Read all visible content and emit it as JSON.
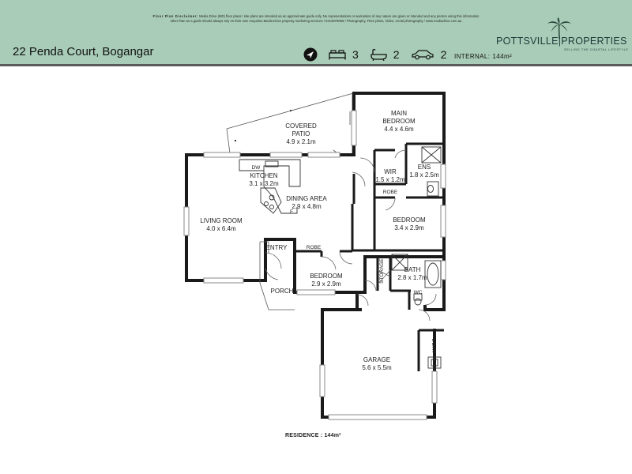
{
  "header": {
    "disclaimer_title": "Floor Plan Disclaimer:",
    "disclaimer_line1": "Media Drive (MD) floor plans / site plans are intended as an approximate guide only. No representations or warranties of any nature are given or intended and any person using this information",
    "disclaimer_line2": "other than as a guide should always rely on their own enquiries.Media Drive property marketing services / 0413979056 / Photography, Floor plans, Video, Aerial photography / www.mediadrive.com.au",
    "address": "22 Penda Court, Bogangar",
    "bedrooms": "3",
    "bathrooms": "2",
    "car_spaces": "2",
    "internal_label": "INTERNAL:",
    "internal_value": "144m²",
    "brand_name": "POTTSVILLE|PROPERTIES",
    "brand_tagline": "SELLING THE COASTAL LIFESTYLE",
    "icons": [
      "compass-icon",
      "bed-icon",
      "bath-icon",
      "car-icon",
      "palm-tree-logo-icon"
    ],
    "colors": {
      "banner": "#a8ccb7",
      "banner_border": "#5a5a5a",
      "walls": "#1a1a1a"
    }
  },
  "rooms": {
    "covered_patio": {
      "name1": "COVERED",
      "name2": "PATIO",
      "size": "4.9 x 2.1m"
    },
    "main_bedroom": {
      "name1": "MAIN",
      "name2": "BEDROOM",
      "size": "4.4 x 4.6m"
    },
    "kitchen": {
      "name": "KITCHEN",
      "size": "3.1 x 3.2m"
    },
    "dw": "DW",
    "fridge": "F",
    "wir": {
      "name": "WIR",
      "size": "1.5 x 1.2m"
    },
    "ens": {
      "name": "ENS",
      "size": "1.8 x 2.5m"
    },
    "robe_main": "ROBE",
    "dining": {
      "name": "DINING AREA",
      "size": "2.9 x 4.8m"
    },
    "living": {
      "name": "LIVING ROOM",
      "size": "4.0 x 6.4m"
    },
    "bedroom2": {
      "name": "BEDROOM",
      "size": "3.4 x 2.9m"
    },
    "entry": "ENTRY",
    "robe_bed3": "ROBE",
    "storage": "STORAGE",
    "bath": {
      "name": "BATH",
      "size": "2.8 x 1.7m"
    },
    "bedroom3": {
      "name": "BEDROOM",
      "size": "2.9 x 2.9m"
    },
    "porch": "PORCH",
    "wc": "WC",
    "laundry": "L'DRY",
    "garage": {
      "name": "GARAGE",
      "size": "5.6 x 5.5m"
    }
  },
  "footer": {
    "residence": "RESIDENCE : 144m²"
  }
}
